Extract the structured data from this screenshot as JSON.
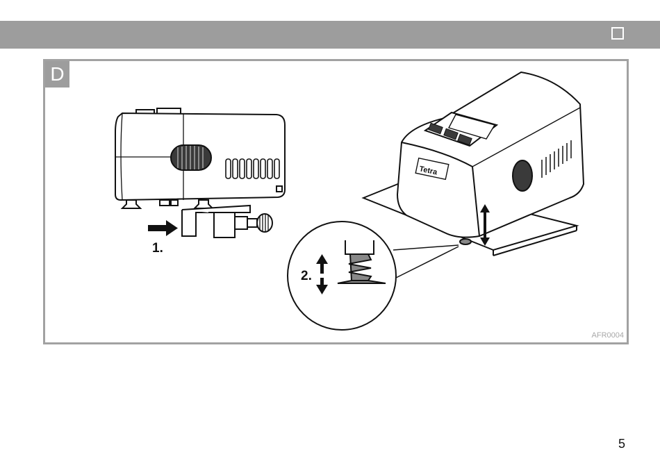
{
  "header": {
    "language_box_icon": "square-outline-icon"
  },
  "panel": {
    "label": "D",
    "reference_code": "AFR0004",
    "steps": [
      {
        "label": "1."
      },
      {
        "label": "2."
      }
    ],
    "device_brand": "Tetra"
  },
  "page": {
    "number": "5"
  }
}
